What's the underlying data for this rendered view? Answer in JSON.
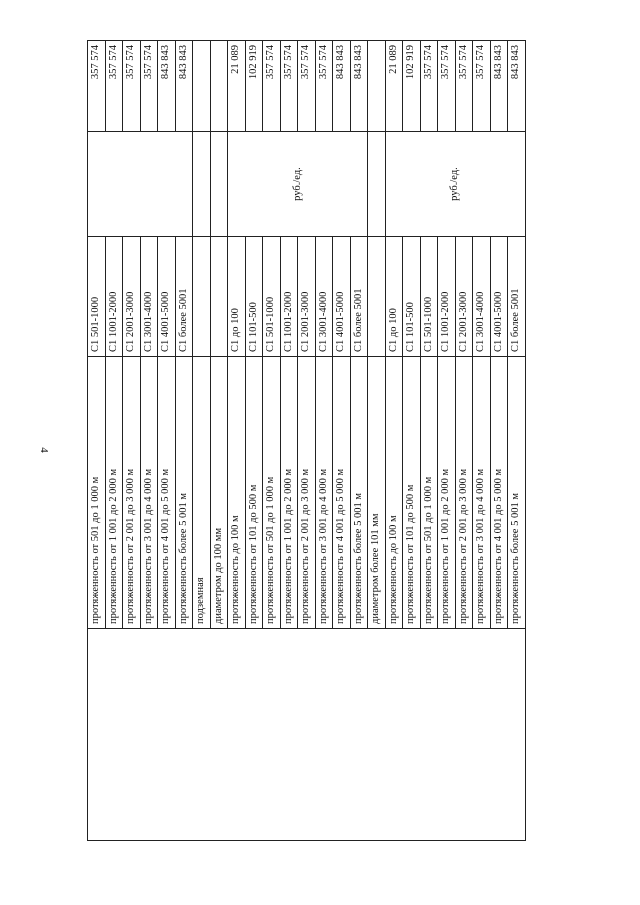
{
  "page_number": "4",
  "unit_label": "руб./ед.",
  "rows": [
    {
      "name": "протяженность от 501 до 1 000 м",
      "code": "С1 501-1000",
      "value": "357 574"
    },
    {
      "name": "протяженность от 1 001 до 2 000 м",
      "code": "С1 1001-2000",
      "value": "357 574"
    },
    {
      "name": "протяженность от 2 001 до 3 000 м",
      "code": "С1 2001-3000",
      "value": "357 574"
    },
    {
      "name": "протяженность от 3 001 до 4 000 м",
      "code": "С1 3001-4000",
      "value": "357 574"
    },
    {
      "name": "протяженность от 4 001 до 5 000 м",
      "code": "С1 4001-5000",
      "value": "843 843"
    },
    {
      "name": "протяженность более 5 001 м",
      "code": "С1 более 5001",
      "value": "843 843"
    },
    {
      "name": "подземная",
      "code": "",
      "value": ""
    },
    {
      "name": "диаметром до 100 мм",
      "code": "",
      "value": ""
    },
    {
      "name": "протяженность до 100 м",
      "code": "С1 до 100",
      "value": "21 089"
    },
    {
      "name": "протяженность от 101 до 500 м",
      "code": "С1 101-500",
      "value": "102 919"
    },
    {
      "name": "протяженность от 501 до 1 000 м",
      "code": "С1 501-1000",
      "value": "357 574"
    },
    {
      "name": "протяженность от 1 001 до 2 000 м",
      "code": "С1 1001-2000",
      "value": "357 574"
    },
    {
      "name": "протяженность от 2 001 до 3 000 м",
      "code": "С1 2001-3000",
      "value": "357 574"
    },
    {
      "name": "протяженность от 3 001 до 4 000 м",
      "code": "С1 3001-4000",
      "value": "357 574"
    },
    {
      "name": "протяженность от 4 001 до 5 000 м",
      "code": "С1 4001-5000",
      "value": "843 843"
    },
    {
      "name": "протяженность более 5 001 м",
      "code": "С1 более 5001",
      "value": "843 843"
    },
    {
      "name": "диаметром более 101 мм",
      "code": "",
      "value": ""
    },
    {
      "name": "протяженность до 100 м",
      "code": "С1 до 100",
      "value": "21 089"
    },
    {
      "name": "протяженность от 101 до 500 м",
      "code": "С1 101-500",
      "value": "102 919"
    },
    {
      "name": "протяженность от 501 до 1 000 м",
      "code": "С1 501-1000",
      "value": "357 574"
    },
    {
      "name": "протяженность от 1 001 до 2 000 м",
      "code": "С1 1001-2000",
      "value": "357 574"
    },
    {
      "name": "протяженность от 2 001 до 3 000 м",
      "code": "С1 2001-3000",
      "value": "357 574"
    },
    {
      "name": "протяженность от 3 001 до 4 000 м",
      "code": "С1 3001-4000",
      "value": "357 574"
    },
    {
      "name": "протяженность от 4 001 до 5 000 м",
      "code": "С1 4001-5000",
      "value": "843 843"
    },
    {
      "name": "протяженность более 5 001 м",
      "code": "С1 более 5001",
      "value": "843 843"
    }
  ]
}
